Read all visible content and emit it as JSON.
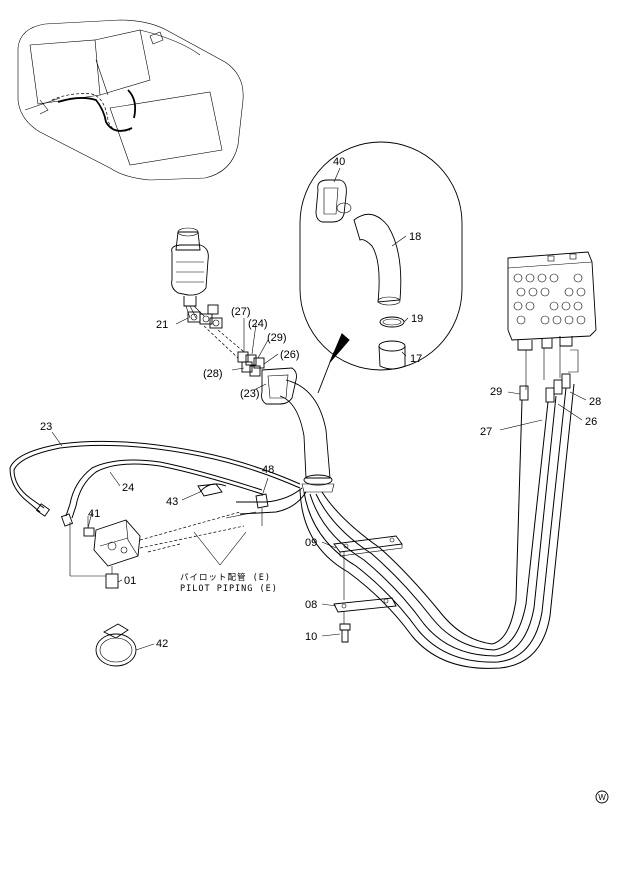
{
  "callouts": [
    "40",
    "18",
    "19",
    "17",
    "21",
    "(27)",
    "(24)",
    "(29)",
    "(26)",
    "(28)",
    "(23)",
    "23",
    "24",
    "48",
    "43",
    "41",
    "01",
    "42",
    "09",
    "08",
    "10",
    "29",
    "28",
    "26",
    "27"
  ],
  "caption": {
    "jp": "パイロット配管 (E)",
    "en": "PILOT PIPING (E)"
  },
  "corner_mark": "W"
}
